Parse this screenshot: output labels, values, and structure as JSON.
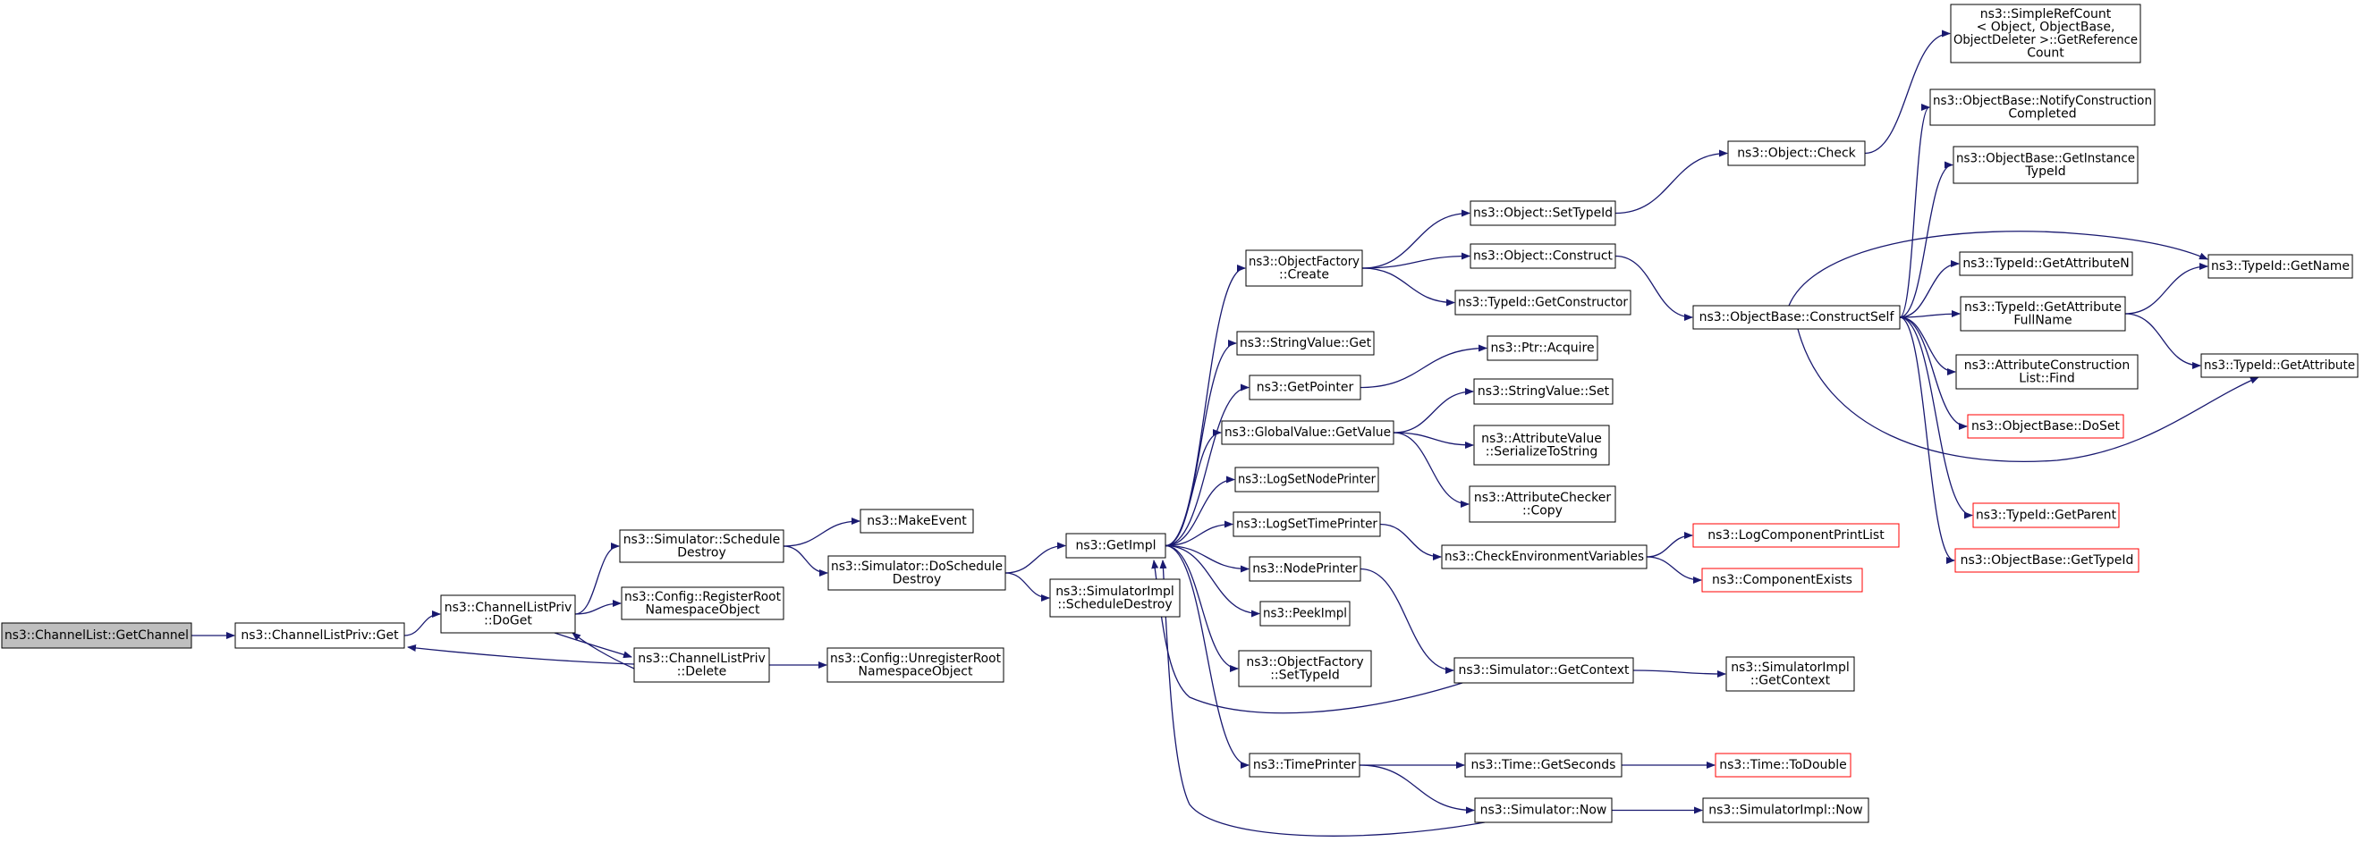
{
  "colors": {
    "edge": "#191970",
    "box_border": "#000000",
    "box_border_truncated": "#ff0000",
    "box_fill": "#ffffff",
    "root_fill": "#bfbfbf",
    "text": "#000000"
  },
  "nodes": [
    {
      "id": "n0",
      "lines": [
        "ns3::ChannelList::GetChannel"
      ],
      "style": "root"
    },
    {
      "id": "n1",
      "lines": [
        "ns3::ChannelListPriv::Get"
      ]
    },
    {
      "id": "n2",
      "lines": [
        "ns3::ChannelListPriv",
        "::DoGet"
      ]
    },
    {
      "id": "n3",
      "lines": [
        "ns3::ChannelListPriv",
        "::Delete"
      ]
    },
    {
      "id": "n4",
      "lines": [
        "ns3::Simulator::Schedule",
        "Destroy"
      ]
    },
    {
      "id": "n5",
      "lines": [
        "ns3::Config::RegisterRoot",
        "NamespaceObject"
      ]
    },
    {
      "id": "n6",
      "lines": [
        "ns3::Config::UnregisterRoot",
        "NamespaceObject"
      ]
    },
    {
      "id": "n7",
      "lines": [
        "ns3::MakeEvent"
      ]
    },
    {
      "id": "n8",
      "lines": [
        "ns3::Simulator::DoSchedule",
        "Destroy"
      ]
    },
    {
      "id": "n9",
      "lines": [
        "ns3::GetImpl"
      ]
    },
    {
      "id": "n10",
      "lines": [
        "ns3::SimulatorImpl",
        "::ScheduleDestroy"
      ]
    },
    {
      "id": "n11",
      "lines": [
        "ns3::ObjectFactory",
        "::Create"
      ]
    },
    {
      "id": "n12",
      "lines": [
        "ns3::StringValue::Get"
      ]
    },
    {
      "id": "n13",
      "lines": [
        "ns3::GetPointer"
      ]
    },
    {
      "id": "n14",
      "lines": [
        "ns3::GlobalValue::GetValue"
      ]
    },
    {
      "id": "n15",
      "lines": [
        "ns3::LogSetNodePrinter"
      ]
    },
    {
      "id": "n16",
      "lines": [
        "ns3::LogSetTimePrinter"
      ]
    },
    {
      "id": "n17",
      "lines": [
        "ns3::NodePrinter"
      ]
    },
    {
      "id": "n18",
      "lines": [
        "ns3::PeekImpl"
      ]
    },
    {
      "id": "n19",
      "lines": [
        "ns3::ObjectFactory",
        "::SetTypeId"
      ]
    },
    {
      "id": "n20",
      "lines": [
        "ns3::TimePrinter"
      ]
    },
    {
      "id": "n21",
      "lines": [
        "ns3::Object::SetTypeId"
      ]
    },
    {
      "id": "n22",
      "lines": [
        "ns3::Object::Construct"
      ]
    },
    {
      "id": "n23",
      "lines": [
        "ns3::TypeId::GetConstructor"
      ]
    },
    {
      "id": "n24",
      "lines": [
        "ns3::Ptr::Acquire"
      ]
    },
    {
      "id": "n25",
      "lines": [
        "ns3::StringValue::Set"
      ]
    },
    {
      "id": "n26",
      "lines": [
        "ns3::AttributeValue",
        "::SerializeToString"
      ]
    },
    {
      "id": "n27",
      "lines": [
        "ns3::AttributeChecker",
        "::Copy"
      ]
    },
    {
      "id": "n28",
      "lines": [
        "ns3::CheckEnvironmentVariables"
      ]
    },
    {
      "id": "n29",
      "lines": [
        "ns3::Simulator::GetContext"
      ]
    },
    {
      "id": "n30",
      "lines": [
        "ns3::Time::GetSeconds"
      ]
    },
    {
      "id": "n31",
      "lines": [
        "ns3::Simulator::Now"
      ]
    },
    {
      "id": "n32",
      "lines": [
        "ns3::Object::Check"
      ]
    },
    {
      "id": "n33",
      "lines": [
        "ns3::ObjectBase::ConstructSelf"
      ]
    },
    {
      "id": "n34",
      "lines": [
        "ns3::LogComponentPrintList"
      ],
      "style": "truncated"
    },
    {
      "id": "n35",
      "lines": [
        "ns3::ComponentExists"
      ],
      "style": "truncated"
    },
    {
      "id": "n36",
      "lines": [
        "ns3::SimulatorImpl",
        "::GetContext"
      ]
    },
    {
      "id": "n37",
      "lines": [
        "ns3::Time::ToDouble"
      ],
      "style": "truncated"
    },
    {
      "id": "n38",
      "lines": [
        "ns3::SimulatorImpl::Now"
      ]
    },
    {
      "id": "n39",
      "lines": [
        "ns3::SimpleRefCount",
        "< Object, ObjectBase,",
        " ObjectDeleter >::GetReference",
        "Count"
      ]
    },
    {
      "id": "n40",
      "lines": [
        "ns3::ObjectBase::NotifyConstruction",
        "Completed"
      ]
    },
    {
      "id": "n41",
      "lines": [
        "ns3::ObjectBase::GetInstance",
        "TypeId"
      ]
    },
    {
      "id": "n42",
      "lines": [
        "ns3::TypeId::GetAttributeN"
      ]
    },
    {
      "id": "n43",
      "lines": [
        "ns3::TypeId::GetAttribute",
        "FullName"
      ]
    },
    {
      "id": "n44",
      "lines": [
        "ns3::AttributeConstruction",
        "List::Find"
      ]
    },
    {
      "id": "n45",
      "lines": [
        "ns3::ObjectBase::DoSet"
      ],
      "style": "truncated"
    },
    {
      "id": "n46",
      "lines": [
        "ns3::TypeId::GetParent"
      ],
      "style": "truncated"
    },
    {
      "id": "n47",
      "lines": [
        "ns3::ObjectBase::GetTypeId"
      ],
      "style": "truncated"
    },
    {
      "id": "n48",
      "lines": [
        "ns3::TypeId::GetName"
      ]
    },
    {
      "id": "n49",
      "lines": [
        "ns3::TypeId::GetAttribute"
      ]
    }
  ],
  "edges": [
    [
      "n0",
      "n1"
    ],
    [
      "n1",
      "n2"
    ],
    [
      "n2",
      "n3"
    ],
    [
      "n3",
      "n1"
    ],
    [
      "n3",
      "n2"
    ],
    [
      "n2",
      "n4"
    ],
    [
      "n2",
      "n5"
    ],
    [
      "n3",
      "n6"
    ],
    [
      "n4",
      "n7"
    ],
    [
      "n4",
      "n8"
    ],
    [
      "n8",
      "n9"
    ],
    [
      "n8",
      "n10"
    ],
    [
      "n9",
      "n11"
    ],
    [
      "n9",
      "n12"
    ],
    [
      "n9",
      "n13"
    ],
    [
      "n9",
      "n14"
    ],
    [
      "n9",
      "n15"
    ],
    [
      "n9",
      "n16"
    ],
    [
      "n9",
      "n17"
    ],
    [
      "n9",
      "n18"
    ],
    [
      "n9",
      "n19"
    ],
    [
      "n9",
      "n20"
    ],
    [
      "n11",
      "n21"
    ],
    [
      "n11",
      "n22"
    ],
    [
      "n11",
      "n23"
    ],
    [
      "n13",
      "n24"
    ],
    [
      "n14",
      "n25"
    ],
    [
      "n14",
      "n26"
    ],
    [
      "n14",
      "n27"
    ],
    [
      "n16",
      "n28"
    ],
    [
      "n17",
      "n29"
    ],
    [
      "n29",
      "n9"
    ],
    [
      "n29",
      "n36"
    ],
    [
      "n20",
      "n30"
    ],
    [
      "n20",
      "n31"
    ],
    [
      "n31",
      "n9"
    ],
    [
      "n31",
      "n38"
    ],
    [
      "n30",
      "n37"
    ],
    [
      "n28",
      "n34"
    ],
    [
      "n28",
      "n35"
    ],
    [
      "n21",
      "n32"
    ],
    [
      "n22",
      "n33"
    ],
    [
      "n32",
      "n39"
    ],
    [
      "n33",
      "n40"
    ],
    [
      "n33",
      "n41"
    ],
    [
      "n33",
      "n42"
    ],
    [
      "n33",
      "n43"
    ],
    [
      "n33",
      "n44"
    ],
    [
      "n33",
      "n45"
    ],
    [
      "n33",
      "n46"
    ],
    [
      "n33",
      "n47"
    ],
    [
      "n33",
      "n48"
    ],
    [
      "n33",
      "n49"
    ],
    [
      "n43",
      "n48"
    ],
    [
      "n43",
      "n49"
    ]
  ]
}
